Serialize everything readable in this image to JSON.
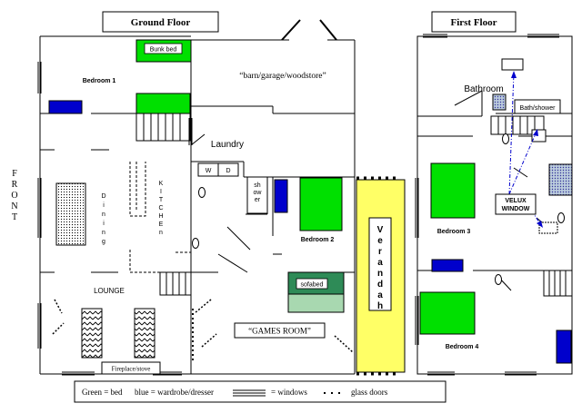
{
  "titles": {
    "ground_floor": "Ground Floor",
    "first_floor": "First Floor"
  },
  "front_label": [
    "F",
    "R",
    "O",
    "N",
    "T"
  ],
  "rooms": {
    "bunk_bed": "Bunk bed",
    "bedroom1": "Bedroom 1",
    "barn": "“barn/garage/woodstore”",
    "laundry": "Laundry",
    "washer": "W",
    "dryer": "D",
    "shower": [
      "sh",
      "ow",
      "er"
    ],
    "dining": [
      "D",
      "i",
      "n",
      "i",
      "n",
      "g"
    ],
    "kitchen": [
      "K",
      "I",
      "T",
      "C",
      "H",
      "E",
      "n"
    ],
    "bedroom2": "Bedroom 2",
    "sofabed": "sofabed",
    "verandah": [
      "V",
      "e",
      "r",
      "a",
      "n",
      "d",
      "a",
      "h"
    ],
    "lounge": "LOUNGE",
    "games_room": "“GAMES ROOM”",
    "fireplace": "Fireplace/stove",
    "bathroom": "Bathroom",
    "bath_shower": "Bath/shower",
    "velux": [
      "VELUX",
      "WINDOW"
    ],
    "bedroom3": "Bedroom 3",
    "bedroom4": "Bedroom 4"
  },
  "legend": {
    "bed": "Green = bed",
    "wardrobe": "blue = wardrobe/dresser",
    "windows": "= windows",
    "glass_doors": "glass doors"
  },
  "colors": {
    "bed": "#00e000",
    "wardrobe": "#0000cc",
    "verandah": "#ffff66",
    "sofabed": "#2e8b57",
    "sofabed_light": "#a8d8b0"
  }
}
